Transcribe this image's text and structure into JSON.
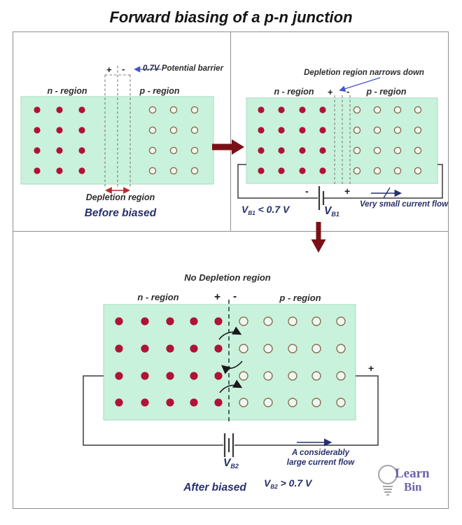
{
  "title": "Forward biasing of a p-n junction",
  "colors": {
    "region_fill": "#c9f2dc",
    "region_border": "#a7d9c0",
    "electron": "#b01337",
    "hole_stroke": "#8d6f58",
    "maroon_arrow": "#7a1016",
    "navy_text": "#27306b",
    "blue_arrow": "#4853c8",
    "red_arrow": "#b92b2b",
    "logo_purple": "#6d62a8"
  },
  "panel_before": {
    "plus": "+",
    "minus": "-",
    "barrier_note": "0.7V Potential barrier",
    "n_region": "n - region",
    "p_region": "p - region",
    "depletion_label": "Depletion region",
    "caption": "Before biased"
  },
  "panel_small_bias": {
    "annotation": "Depletion region narrows down",
    "n_region": "n - region",
    "p_region": "p - region",
    "junction_plus": "+",
    "junction_minus": "-",
    "battery_minus": "-",
    "battery_plus": "+",
    "battery": {
      "v": "V",
      "sub": "B1"
    },
    "condition": {
      "v": "V",
      "sub": "B1",
      "rest": " < 0.7 V"
    },
    "current_note": "Very small current flow"
  },
  "panel_after": {
    "annotation": "No Depletion region",
    "n_region": "n - region",
    "p_region": "p - region",
    "junction_plus": "+",
    "junction_minus": "-",
    "terminal_plus": "+",
    "battery": {
      "v": "V",
      "sub": "B2"
    },
    "condition": {
      "v": "V",
      "sub": "B2",
      "rest": " > 0.7 V"
    },
    "current_note_line1": "A considerably",
    "current_note_line2": "large current flow",
    "caption": "After biased"
  },
  "logo": {
    "word1": "Learn",
    "word2": "Bin"
  },
  "carriers": {
    "before": {
      "rows_y": [
        157,
        186,
        215,
        244
      ],
      "electron_x": [
        53,
        85,
        117
      ],
      "hole_x": [
        218,
        248,
        278
      ],
      "electron_r": 4.6,
      "hole_r": 4.6
    },
    "small_bias": {
      "rows_y": [
        157,
        186,
        215,
        244
      ],
      "electron_x": [
        373,
        402,
        432,
        461
      ],
      "hole_x": [
        510,
        539,
        568,
        597
      ],
      "electron_r": 4.6,
      "hole_r": 4.6
    },
    "after": {
      "rows_y": [
        459,
        498,
        537,
        575
      ],
      "electron_x": [
        170,
        207,
        243,
        277,
        312
      ],
      "hole_x": [
        348,
        383,
        418,
        452,
        487
      ],
      "electron_r": 5.6,
      "hole_r": 6
    }
  }
}
